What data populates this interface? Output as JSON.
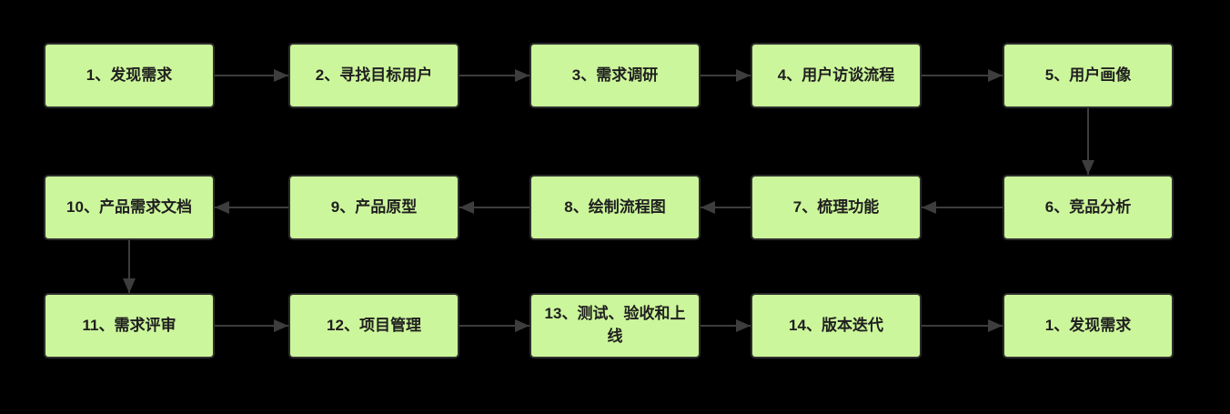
{
  "diagram": {
    "type": "flowchart",
    "colors": {
      "background": "#000000",
      "node-fill": "#ccf69b",
      "node-border": "#2e2e2e",
      "node-text": "#1f1f1f",
      "arrow": "#3d3d3d"
    },
    "nodes": [
      {
        "id": "step-1",
        "label": "1、发现需求"
      },
      {
        "id": "step-2",
        "label": "2、寻找目标用户"
      },
      {
        "id": "step-3",
        "label": "3、需求调研"
      },
      {
        "id": "step-4",
        "label": "4、用户访谈流程"
      },
      {
        "id": "step-5",
        "label": "5、用户画像"
      },
      {
        "id": "step-10",
        "label": "10、产品需求文档"
      },
      {
        "id": "step-9",
        "label": "9、产品原型"
      },
      {
        "id": "step-8",
        "label": "8、绘制流程图"
      },
      {
        "id": "step-7",
        "label": "7、梳理功能"
      },
      {
        "id": "step-6",
        "label": "6、竞品分析"
      },
      {
        "id": "step-11",
        "label": "11、需求评审"
      },
      {
        "id": "step-12",
        "label": "12、项目管理"
      },
      {
        "id": "step-13",
        "label": "13、测试、验收和上线"
      },
      {
        "id": "step-14",
        "label": "14、版本迭代"
      },
      {
        "id": "step-1-repeat",
        "label": "1、发现需求"
      }
    ],
    "edges": [
      {
        "from": "step-1",
        "to": "step-2"
      },
      {
        "from": "step-2",
        "to": "step-3"
      },
      {
        "from": "step-3",
        "to": "step-4"
      },
      {
        "from": "step-4",
        "to": "step-5"
      },
      {
        "from": "step-5",
        "to": "step-6"
      },
      {
        "from": "step-6",
        "to": "step-7"
      },
      {
        "from": "step-7",
        "to": "step-8"
      },
      {
        "from": "step-8",
        "to": "step-9"
      },
      {
        "from": "step-9",
        "to": "step-10"
      },
      {
        "from": "step-10",
        "to": "step-11"
      },
      {
        "from": "step-11",
        "to": "step-12"
      },
      {
        "from": "step-12",
        "to": "step-13"
      },
      {
        "from": "step-13",
        "to": "step-14"
      },
      {
        "from": "step-14",
        "to": "step-1-repeat"
      }
    ]
  }
}
